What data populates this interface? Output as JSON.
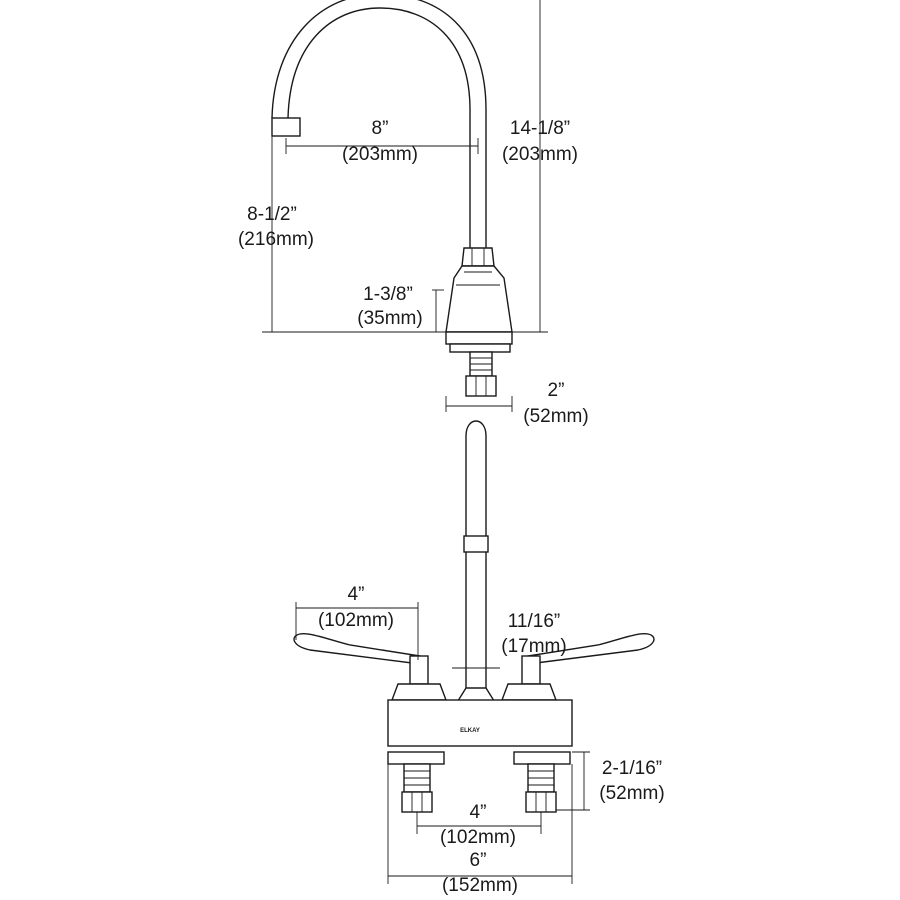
{
  "dimensions": {
    "spout_reach": {
      "imperial": "8”",
      "metric": "(203mm)"
    },
    "spout_height": {
      "imperial": "14-1/8”",
      "metric": "(203mm)"
    },
    "outlet_height": {
      "imperial": "8-1/2”",
      "metric": "(216mm)"
    },
    "base_height": {
      "imperial": "1-3/8”",
      "metric": "(35mm)"
    },
    "base_width": {
      "imperial": "2”",
      "metric": "(52mm)"
    },
    "handle_length": {
      "imperial": "4”",
      "metric": "(102mm)"
    },
    "spout_diameter": {
      "imperial": "11/16”",
      "metric": "(17mm)"
    },
    "shank_length": {
      "imperial": "2-1/16”",
      "metric": "(52mm)"
    },
    "center_spacing": {
      "imperial": "4”",
      "metric": "(102mm)"
    },
    "overall_width": {
      "imperial": "6”",
      "metric": "(152mm)"
    }
  },
  "brand_mark": "ELKAY"
}
